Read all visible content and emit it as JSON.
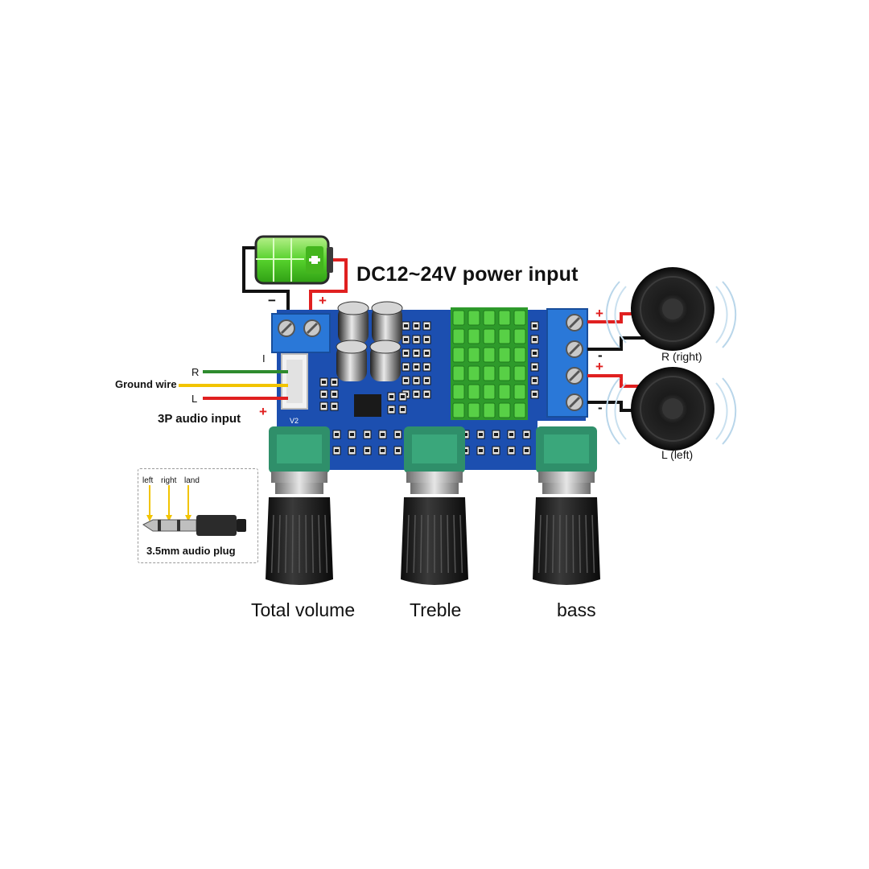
{
  "power": {
    "title": "DC12~24V power input",
    "negative_sign": "−",
    "positive_sign": "+"
  },
  "audio_input": {
    "title": "3P audio input",
    "ground_label": "Ground wire",
    "pin_labels": [
      "R",
      "L"
    ],
    "top_mark": "I",
    "plus_sign": "+",
    "board_mark": "V2",
    "wire_colors": {
      "R": "#2e8b2e",
      "ground": "#f2c400",
      "L": "#e02020"
    }
  },
  "plug": {
    "caption": "3.5mm audio plug",
    "pins": [
      "left",
      "right",
      "land"
    ]
  },
  "speakers": [
    {
      "label": "R  (right)",
      "plus": "+",
      "minus": "-"
    },
    {
      "label": "L  (left)",
      "plus": "+",
      "minus": "-"
    }
  ],
  "knobs": [
    {
      "label": "Total volume"
    },
    {
      "label": "Treble"
    },
    {
      "label": "bass"
    }
  ],
  "colors": {
    "board": "#1c4fb0",
    "terminal": "#2a78d8",
    "heatsink": "#3fb83a",
    "pot_body": "#2f8f6a",
    "knob": "#1a1a1a",
    "wire_red": "#e02020",
    "wire_black": "#111111",
    "battery": "#58d630"
  },
  "icons": [
    "battery-icon",
    "speaker-icon",
    "audio-plug-icon",
    "knob-icon",
    "heatsink-icon",
    "capacitor-icon"
  ]
}
